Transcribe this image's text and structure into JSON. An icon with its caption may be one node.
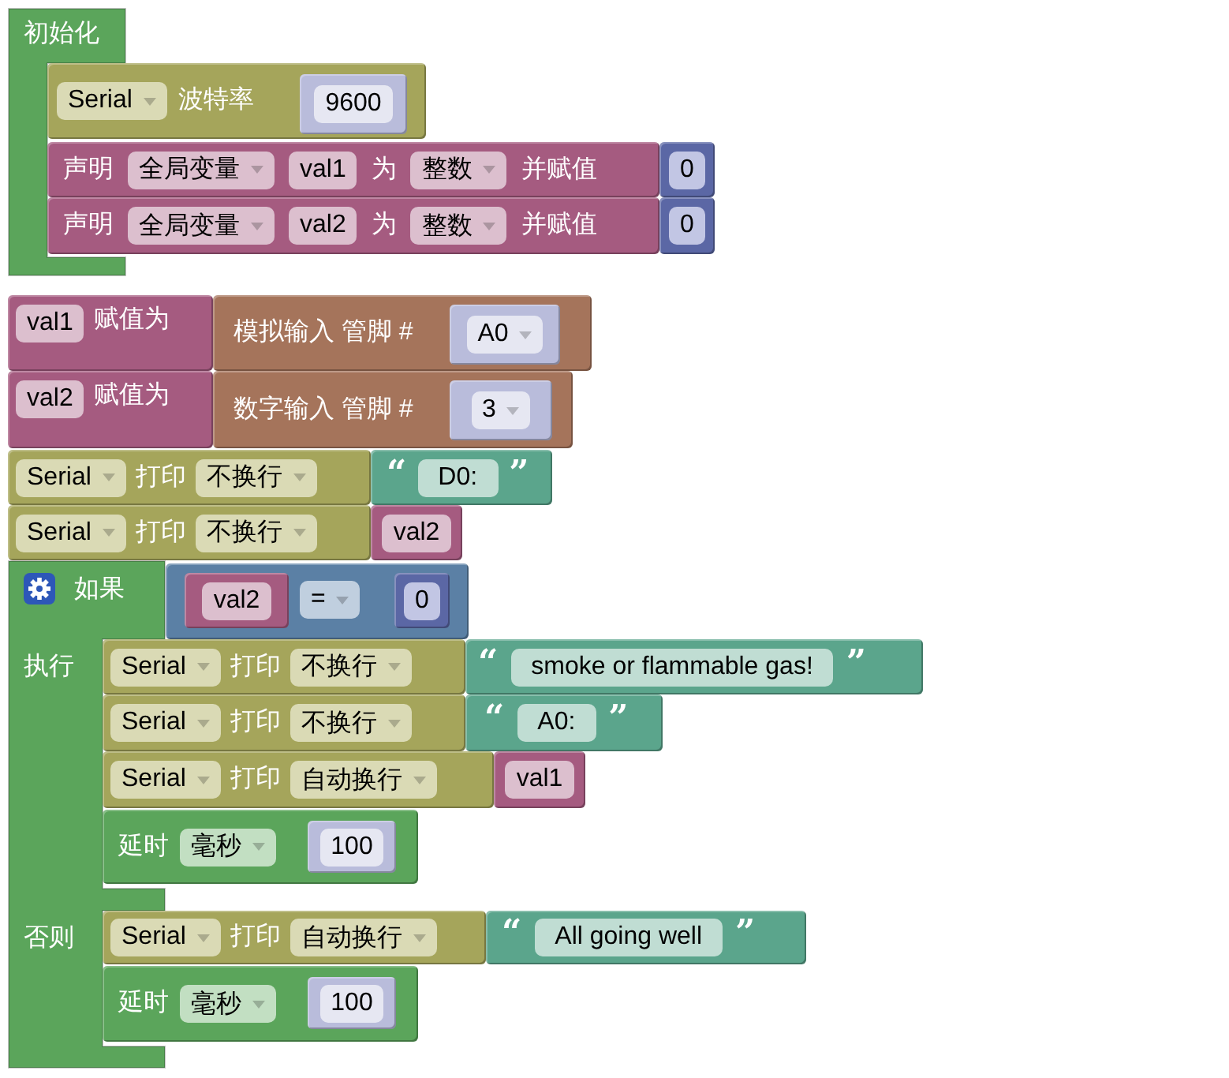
{
  "diagram": {
    "nodes": [
      {
        "text": [
          "初始化"
        ]
      },
      {
        "text": [
          "Serial",
          "波特率"
        ]
      },
      {
        "text": [
          "9600"
        ],
        "in": 1
      },
      {
        "text": [
          "声明",
          "全局变量",
          "val1",
          "为",
          "整数",
          "并赋值"
        ]
      },
      {
        "text": [
          "0"
        ]
      },
      {
        "text": [
          "声明",
          "全局变量",
          "val2",
          "为",
          "整数",
          "并赋值"
        ]
      },
      {
        "text": [
          "0"
        ]
      },
      {
        "text": [
          "val1",
          "赋值为"
        ]
      },
      {
        "text": [
          "模拟输入 管脚 #"
        ]
      },
      {
        "text": [
          "A0"
        ],
        "in": 8
      },
      {
        "text": [
          "val2",
          "赋值为"
        ]
      },
      {
        "text": [
          "数字输入 管脚 #"
        ]
      },
      {
        "text": [
          "3"
        ],
        "in": 11
      },
      {
        "text": [
          "Serial",
          "打印",
          "不换行"
        ]
      },
      {
        "text": [
          "“",
          "D0:",
          "”"
        ]
      },
      {
        "text": [
          "Serial",
          "打印",
          "不换行"
        ]
      },
      {
        "text": [
          "val2"
        ]
      },
      {
        "text": [
          "如果",
          "执行",
          "否则"
        ]
      },
      {
        "text": [
          "="
        ]
      },
      {
        "text": [
          "val2"
        ],
        "in": 18
      },
      {
        "text": [
          "0"
        ],
        "in": 18
      },
      {
        "text": [
          "Serial",
          "打印",
          "不换行"
        ]
      },
      {
        "text": [
          "“",
          "smoke or flammable gas!",
          "”"
        ]
      },
      {
        "text": [
          "Serial",
          "打印",
          "不换行"
        ]
      },
      {
        "text": [
          "“",
          "A0:",
          "”"
        ]
      },
      {
        "text": [
          "Serial",
          "打印",
          "自动换行"
        ]
      },
      {
        "text": [
          "val1"
        ]
      },
      {
        "text": [
          "延时",
          "毫秒"
        ]
      },
      {
        "text": [
          "100"
        ],
        "in": 27
      },
      {
        "text": [
          "Serial",
          "打印",
          "自动换行"
        ]
      },
      {
        "text": [
          "“",
          "All going well",
          "”"
        ]
      },
      {
        "text": [
          "延时",
          "毫秒"
        ]
      },
      {
        "text": [
          "100"
        ],
        "in": 31
      }
    ]
  }
}
